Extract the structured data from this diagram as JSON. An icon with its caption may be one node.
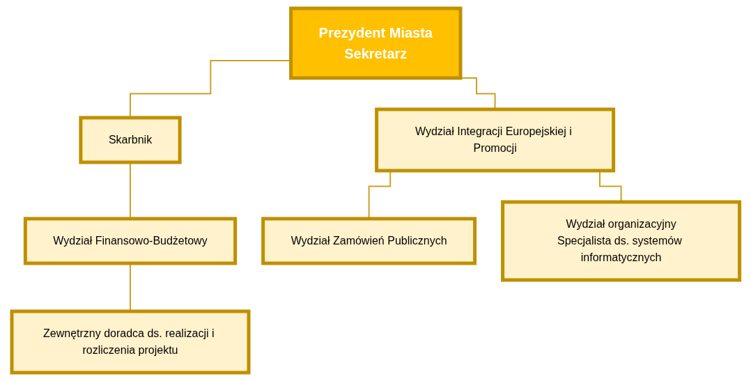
{
  "diagram": {
    "nodes": [
      {
        "text": [
          "Prezydent Miasta",
          "Sekretarz"
        ]
      },
      {
        "text": [
          "Skarbnik"
        ]
      },
      {
        "text": [
          "Wydział Finansowo-Budżetowy"
        ]
      },
      {
        "text": [
          "Zewnętrzny doradca ds. realizacji i rozliczenia projektu"
        ]
      },
      {
        "text": [
          "Wydział Integracji Europejskiej i Promocji"
        ]
      },
      {
        "text": [
          "Wydział Zamówień Publicznych"
        ]
      },
      {
        "text": [
          "Wydział organizacyjny",
          "Specjalista ds. systemów informatycznych"
        ]
      }
    ],
    "edges": [
      {
        "from": 0,
        "to": 1,
        "arrow": "none"
      },
      {
        "from": 1,
        "to": 2,
        "arrow": "none"
      },
      {
        "from": 2,
        "to": 3,
        "arrow": "none"
      },
      {
        "from": 0,
        "to": 4,
        "arrow": "none"
      },
      {
        "from": 4,
        "to": 5,
        "arrow": "none"
      },
      {
        "from": 4,
        "to": 6,
        "arrow": "none"
      }
    ]
  }
}
